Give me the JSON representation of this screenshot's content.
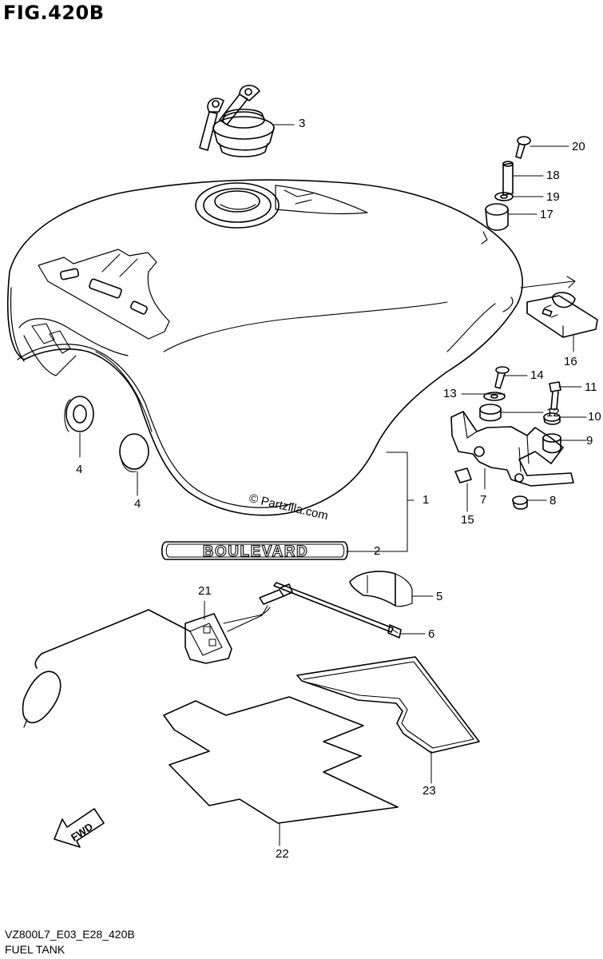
{
  "figure": {
    "title": "FIG.420B",
    "code": "VZ800L7_E03_E28_420B",
    "name": "FUEL TANK"
  },
  "watermark": "© Partzilla.com",
  "emblem_text": "BOULEVARD",
  "fwd_label": "FWD",
  "callouts": {
    "c1": "1",
    "c2": "2",
    "c3": "3",
    "c4a": "4",
    "c4b": "4",
    "c5": "5",
    "c6": "6",
    "c7": "7",
    "c8": "8",
    "c9": "9",
    "c10": "10",
    "c11": "11",
    "c12": "12",
    "c13": "13",
    "c14": "14",
    "c15": "15",
    "c16": "16",
    "c17": "17",
    "c18": "18",
    "c19": "19",
    "c20": "20",
    "c21": "21",
    "c22": "22",
    "c23": "23"
  }
}
